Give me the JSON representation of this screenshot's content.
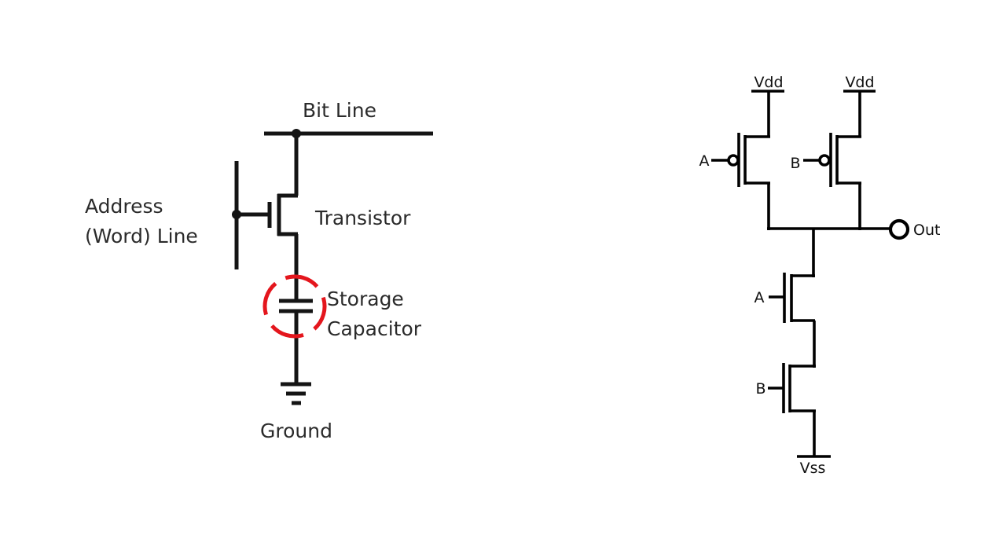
{
  "dram_cell": {
    "bit_line_label": "Bit Line",
    "word_line_label": [
      "Address",
      "(Word) Line"
    ],
    "transistor_label": "Transistor",
    "capacitor_label": [
      "Storage",
      "Capacitor"
    ],
    "ground_label": "Ground",
    "highlight_color": "#e4161d"
  },
  "cmos_nor_gate": {
    "pmos_a": {
      "input_label": "A",
      "supply_label": "Vdd"
    },
    "pmos_b": {
      "input_label": "B",
      "supply_label": "Vdd"
    },
    "nmos_a": {
      "input_label": "A"
    },
    "nmos_b": {
      "input_label": "B"
    },
    "output_label": "Out",
    "ground_supply_label": "Vss"
  }
}
